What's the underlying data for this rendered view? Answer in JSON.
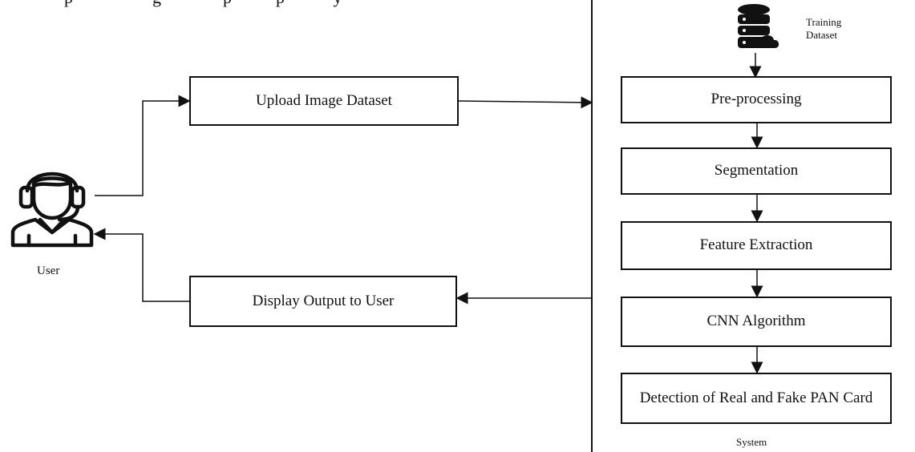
{
  "title_fragment": "p                  g              p          p           y",
  "user": {
    "icon": "user-headset-icon",
    "label": "User"
  },
  "left": {
    "upload": "Upload Image Dataset",
    "display": "Display Output to User"
  },
  "system": {
    "dataset_icon": "database-cloud-icon",
    "dataset_label_line1": "Training",
    "dataset_label_line2": "Dataset",
    "steps": [
      "Pre-processing",
      "Segmentation",
      "Feature Extraction",
      "CNN Algorithm",
      "Detection of Real and Fake PAN Card"
    ],
    "label": "System"
  }
}
